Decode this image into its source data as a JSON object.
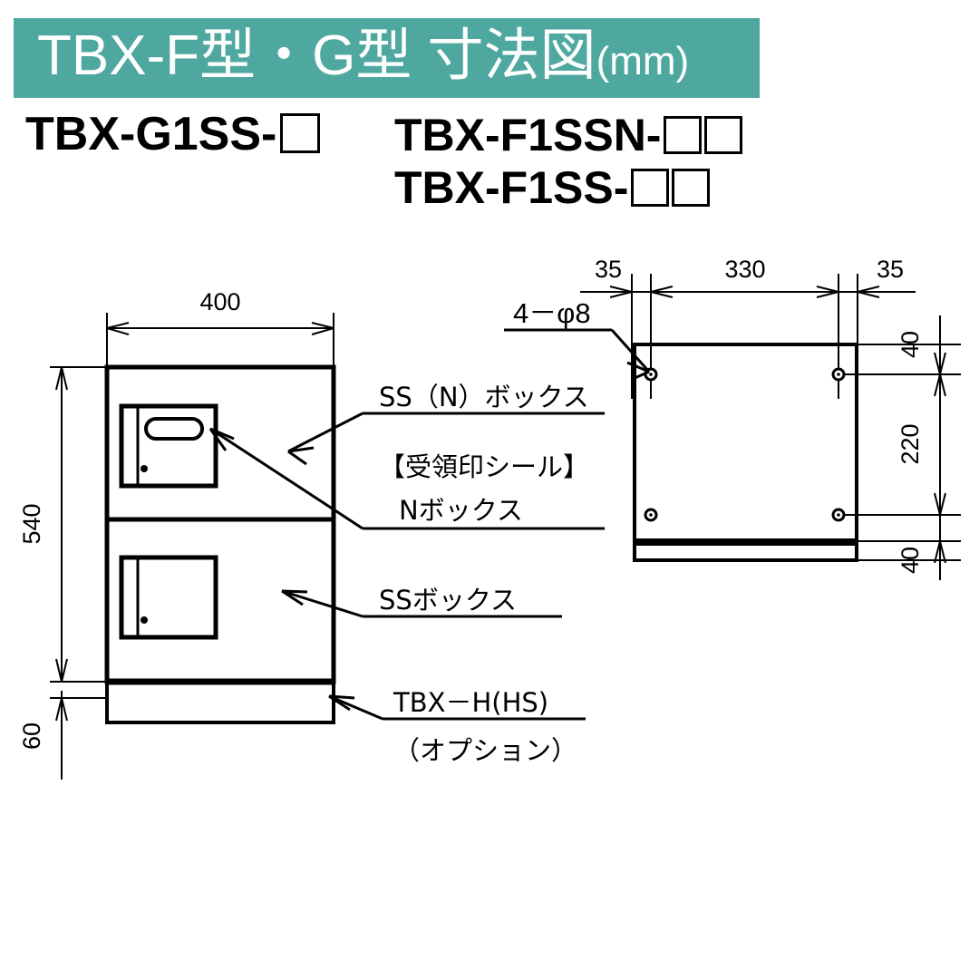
{
  "colors": {
    "banner_bg": "#4fa8a0",
    "banner_text": "#ffffff",
    "line": "#000000"
  },
  "header": {
    "title_main": "TBX-F型・G型  寸法図",
    "title_unit": "(mm)"
  },
  "models": [
    {
      "name": "model-g1ss",
      "text": "TBX-G1SS-",
      "boxes": 1
    },
    {
      "name": "model-f1ssn",
      "text": "TBX-F1SSN-",
      "boxes": 2
    },
    {
      "name": "model-f1ss",
      "text": "TBX-F1SS-",
      "boxes": 2
    }
  ],
  "front_view": {
    "name": "front-view",
    "dimensions": {
      "width_400": "400",
      "height_540": "540",
      "base_60": "60"
    },
    "callouts": {
      "ss_n_box": "SS（N）ボックス",
      "receipt_seal": "【受領印シール】",
      "n_box": "Nボックス",
      "ss_box": "SSボックス",
      "base_model": "TBX－H(HS)",
      "base_option": "（オプション）"
    }
  },
  "side_view": {
    "name": "side-view",
    "dimensions": {
      "left_35": "35",
      "middle_330": "330",
      "right_35": "35",
      "top_40": "40",
      "middle_220": "220",
      "bottom_40": "40"
    },
    "callouts": {
      "holes": "4－φ8"
    }
  }
}
